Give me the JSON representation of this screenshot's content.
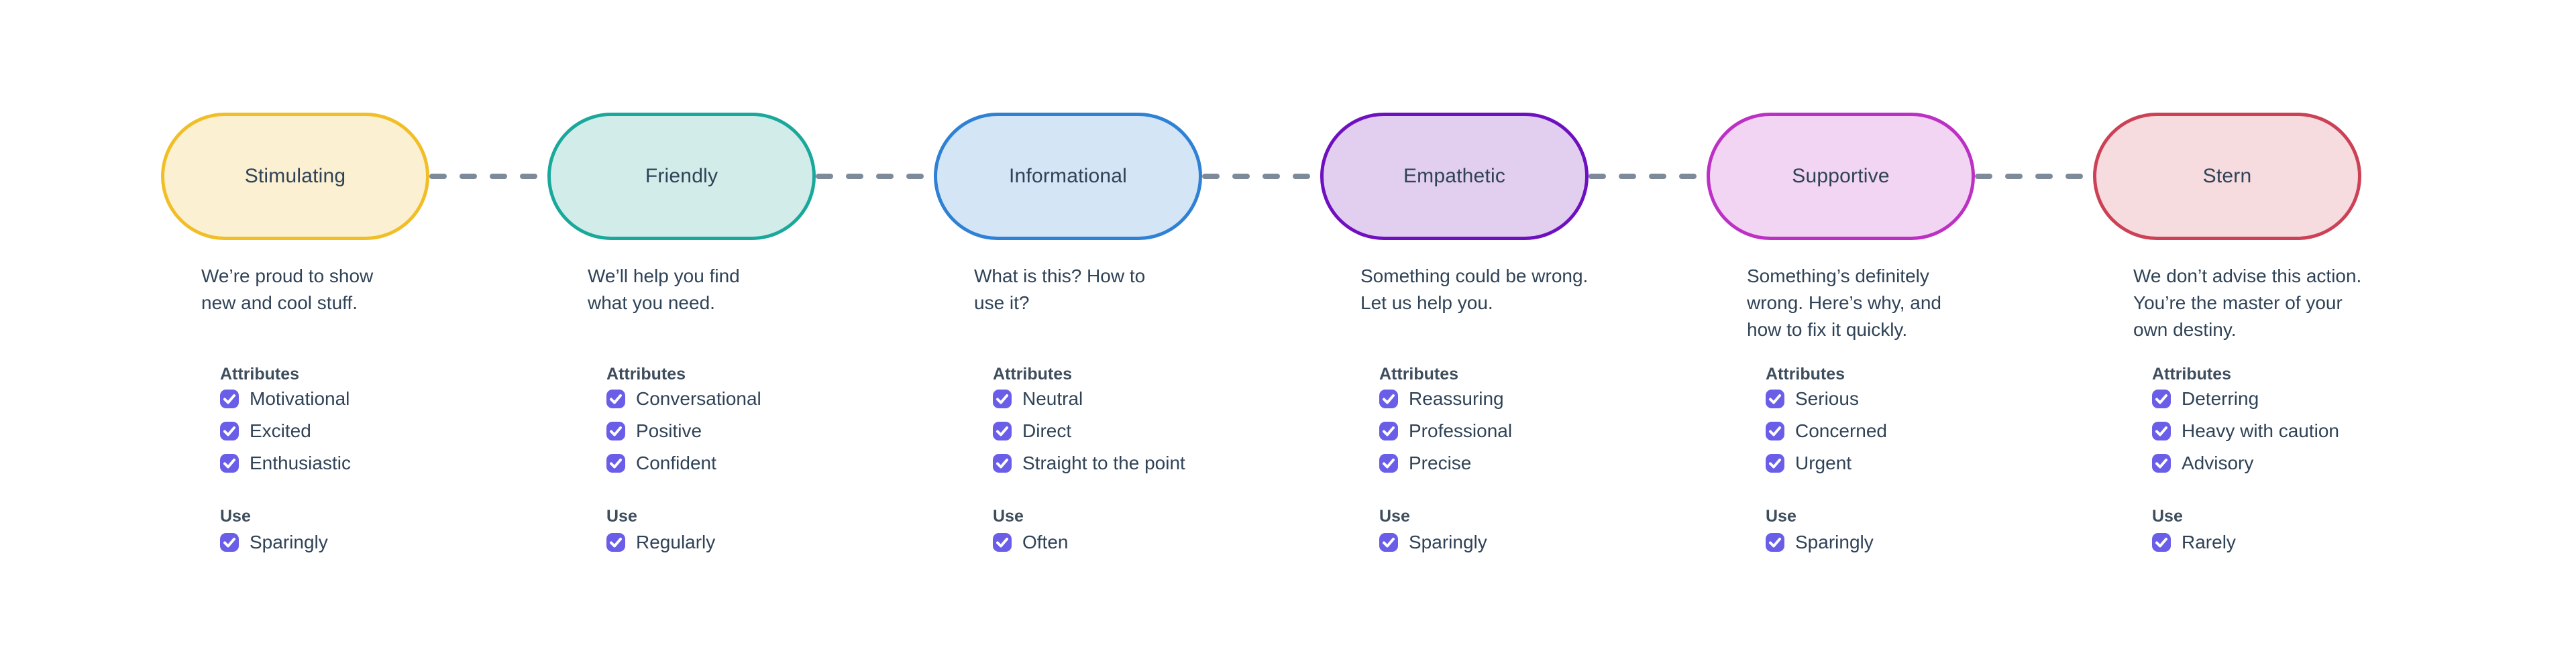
{
  "diagram": {
    "colors": {
      "text": "#2F4256",
      "heading": "#3E4D5C",
      "checkbox": "#6A5EE8",
      "checkmark": "#FFFFFF",
      "connector": "#7D8A99",
      "background": "#FFFFFF"
    },
    "section_labels": {
      "attributes": "Attributes",
      "use": "Use"
    },
    "tones": [
      {
        "label": "Stimulating",
        "border_color": "#F2BE26",
        "fill_color": "#FBF0D2",
        "description": "We’re proud to show\nnew and cool stuff.",
        "attributes": [
          {
            "label": "Motivational",
            "checked": true
          },
          {
            "label": "Excited",
            "checked": true
          },
          {
            "label": "Enthusiastic",
            "checked": true
          }
        ],
        "use": {
          "label": "Sparingly",
          "checked": true
        }
      },
      {
        "label": "Friendly",
        "border_color": "#1AA89B",
        "fill_color": "#D2ECEA",
        "description": "We’ll help you find\nwhat you need.",
        "attributes": [
          {
            "label": "Conversational",
            "checked": true
          },
          {
            "label": "Positive",
            "checked": true
          },
          {
            "label": "Confident",
            "checked": true
          }
        ],
        "use": {
          "label": "Regularly",
          "checked": true
        }
      },
      {
        "label": "Informational",
        "border_color": "#2E81D4",
        "fill_color": "#D4E5F6",
        "description": "What is this? How to\nuse it?",
        "attributes": [
          {
            "label": "Neutral",
            "checked": true
          },
          {
            "label": "Direct",
            "checked": true
          },
          {
            "label": "Straight to the point",
            "checked": true
          }
        ],
        "use": {
          "label": "Often",
          "checked": true
        }
      },
      {
        "label": "Empathetic",
        "border_color": "#6F10C0",
        "fill_color": "#E2CFF0",
        "description": "Something could be wrong.\nLet us help you.",
        "attributes": [
          {
            "label": "Reassuring",
            "checked": true
          },
          {
            "label": "Professional",
            "checked": true
          },
          {
            "label": "Precise",
            "checked": true
          }
        ],
        "use": {
          "label": "Sparingly",
          "checked": true
        }
      },
      {
        "label": "Supportive",
        "border_color": "#BC30C4",
        "fill_color": "#F1D5F2",
        "description": "Something’s definitely\nwrong. Here’s why, and\nhow to fix it quickly.",
        "attributes": [
          {
            "label": "Serious",
            "checked": true
          },
          {
            "label": "Concerned",
            "checked": true
          },
          {
            "label": "Urgent",
            "checked": true
          }
        ],
        "use": {
          "label": "Sparingly",
          "checked": true
        }
      },
      {
        "label": "Stern",
        "border_color": "#CC4155",
        "fill_color": "#F6DBDF",
        "description": "We don’t advise this action.\nYou’re the master of your\nown destiny.",
        "attributes": [
          {
            "label": "Deterring",
            "checked": true
          },
          {
            "label": "Heavy with caution",
            "checked": true
          },
          {
            "label": "Advisory",
            "checked": true
          }
        ],
        "use": {
          "label": "Rarely",
          "checked": true
        }
      }
    ]
  }
}
